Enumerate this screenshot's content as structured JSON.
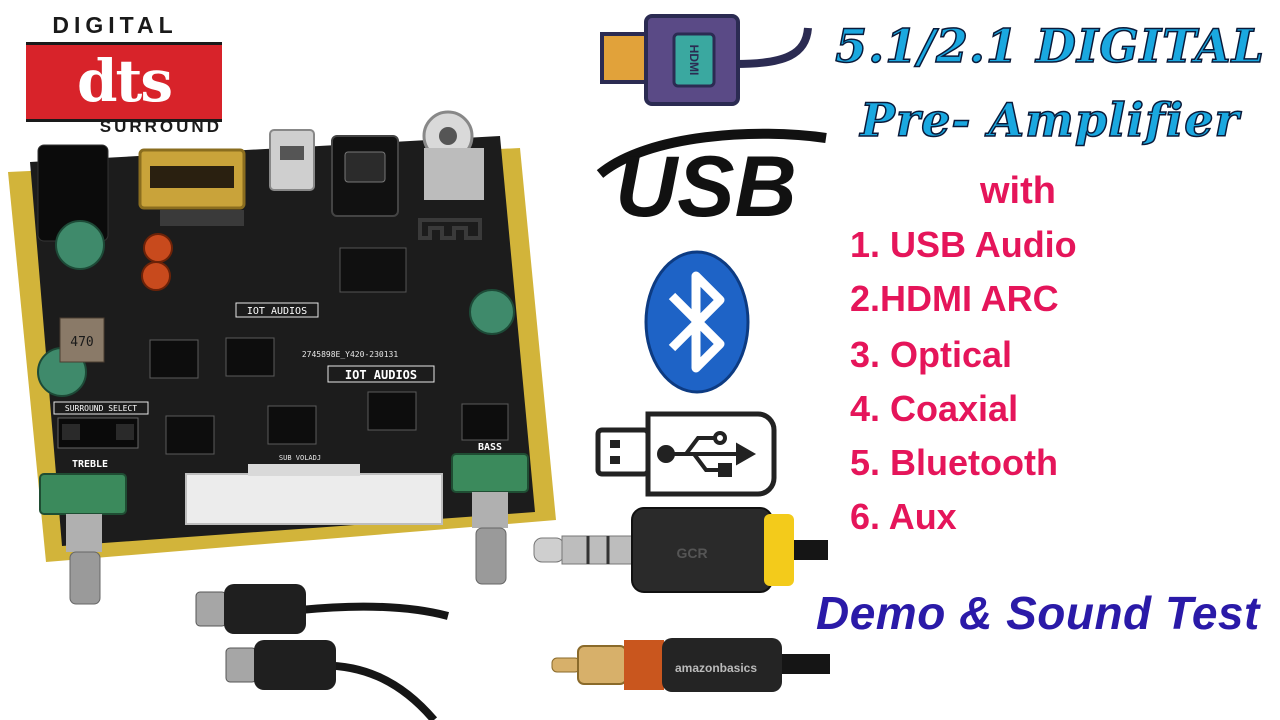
{
  "logo": {
    "top": "DIGITAL",
    "middle": "dts",
    "bottom": "SURROUND"
  },
  "title": {
    "line1": "5.1/2.1 DIGITAL",
    "line2": "Pre- Amplifier"
  },
  "with_label": "with",
  "features": [
    "1. USB Audio",
    "2.HDMI ARC",
    "3. Optical",
    "4. Coaxial",
    "5. Bluetooth",
    "6. Aux"
  ],
  "demo_text": "Demo & Sound Test",
  "board": {
    "silkscreen_top": "IOT AUDIOS",
    "silkscreen_main": "IOT AUDIOS",
    "serial": "2745898E_Y420-230131",
    "inductor": "470",
    "surround_select": "SURROUND SELECT",
    "treble": "TREBLE",
    "bass": "BASS",
    "sub_volume": "SUB VOLADJ"
  },
  "icons": {
    "hdmi": "HDMI",
    "usb": "USB"
  },
  "cables": {
    "aux_brand": "GCR",
    "rca_brand": "amazonbasics"
  },
  "colors": {
    "title_fill": "#1aa8e0",
    "feature_pink": "#e5155a",
    "demo_blue": "#2a1aa8",
    "dts_red": "#d8232a",
    "pcb_black": "#1c1c1c",
    "pcb_yellow": "#d2b43a",
    "knob_green": "#3b8a5c",
    "bluetooth_blue": "#1e63c6"
  }
}
